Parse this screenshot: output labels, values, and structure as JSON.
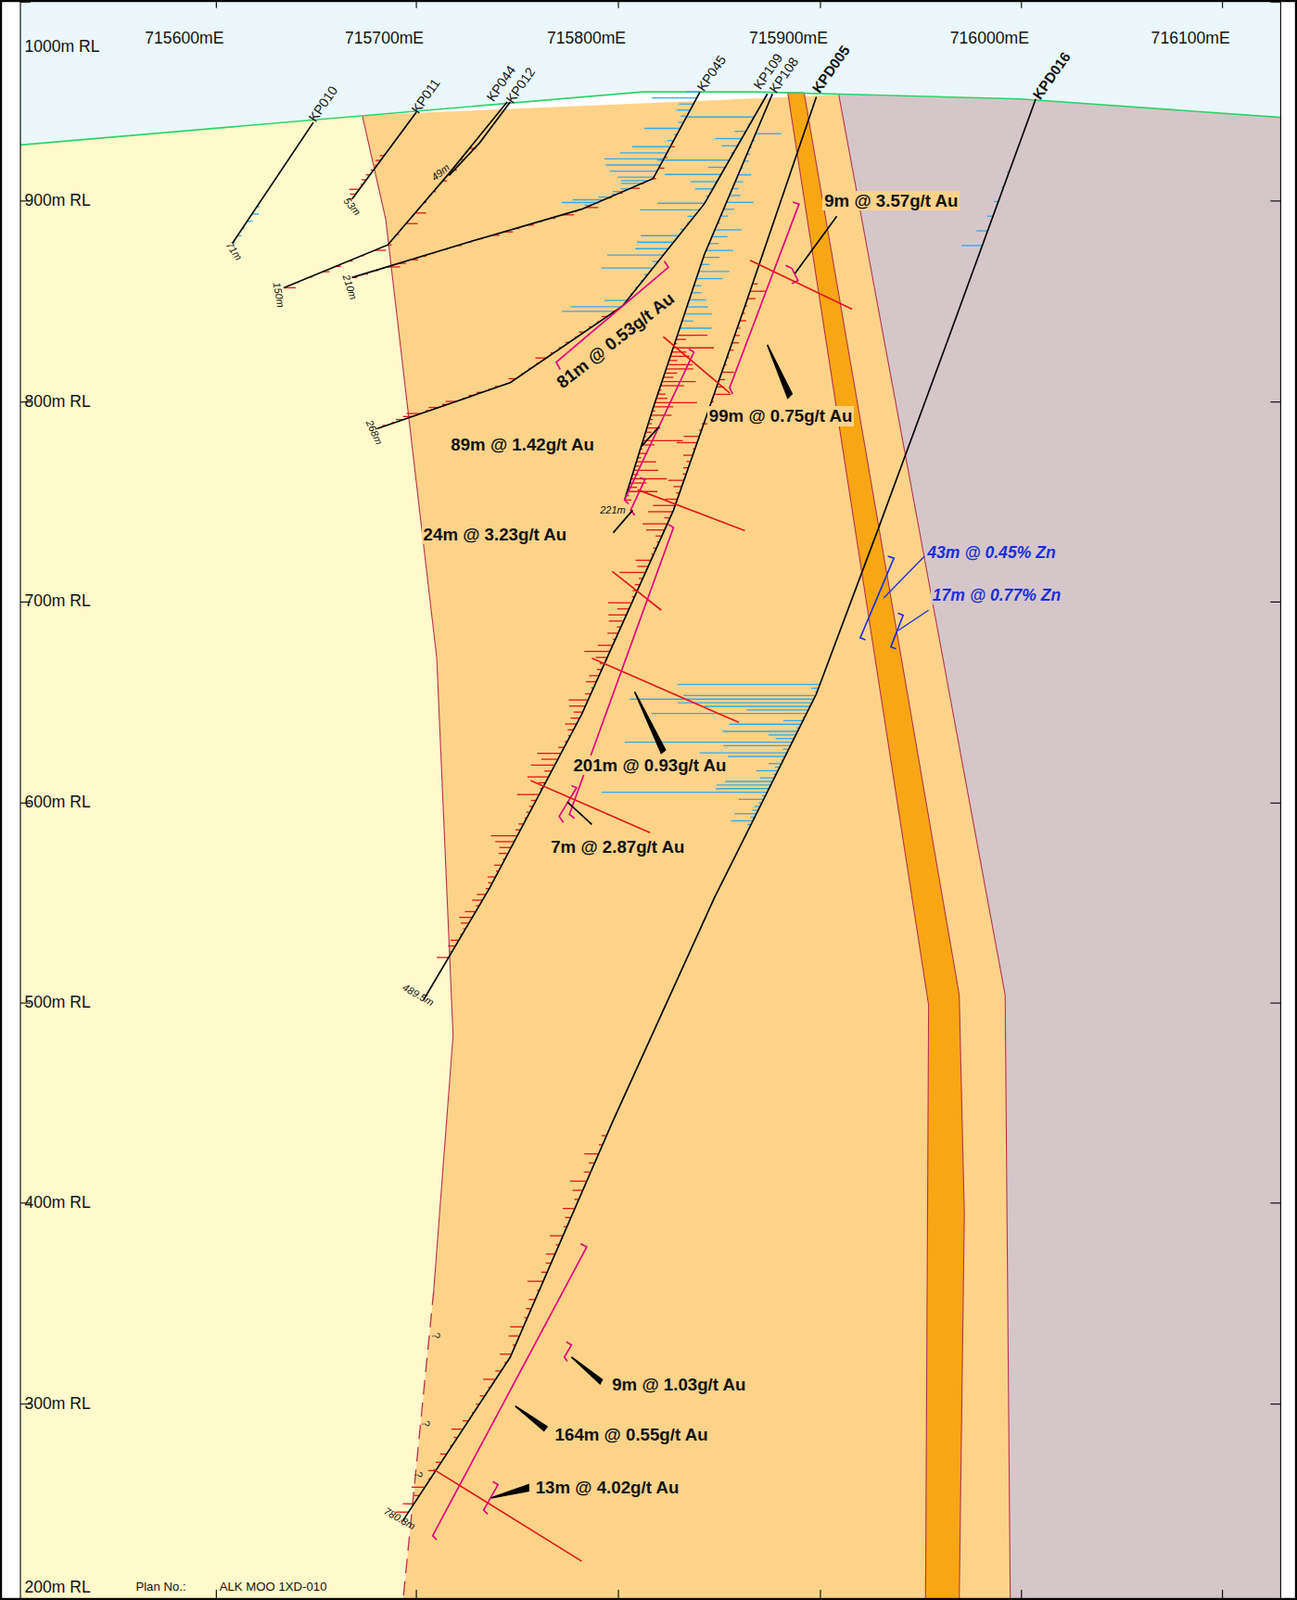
{
  "diagram": {
    "labels": [
      "1000m RL",
      "900m RL",
      "800m RL",
      "700m RL",
      "600m RL",
      "500m RL",
      "400m RL",
      "300m RL",
      "200m RL",
      "715600mE",
      "715700mE",
      "715800mE",
      "715900mE",
      "716000mE",
      "716100mE",
      "KP010",
      "KP011",
      "KP044",
      "KP012",
      "KP045",
      "KP109",
      "KP108",
      "KPD005",
      "KPD016",
      "71m",
      "53m",
      "49m",
      "150m",
      "210m",
      "268m",
      "221m",
      "489.5m",
      "780.8m",
      "9m @ 3.57g/t Au",
      "81m @ 0.53g/t Au",
      "99m @ 0.75g/t Au",
      "89m @ 1.42g/t Au",
      "24m @ 3.23g/t Au",
      "43m @ 0.45% Zn",
      "17m @ 0.77% Zn",
      "201m @ 0.93g/t Au",
      "7m @ 2.87g/t Au",
      "9m @ 1.03g/t Au",
      "164m @ 0.55g/t Au",
      "13m @ 4.02g/t Au",
      "?",
      "?",
      "?",
      "Plan No.:",
      "ALK MOO 1XD-010"
    ]
  }
}
